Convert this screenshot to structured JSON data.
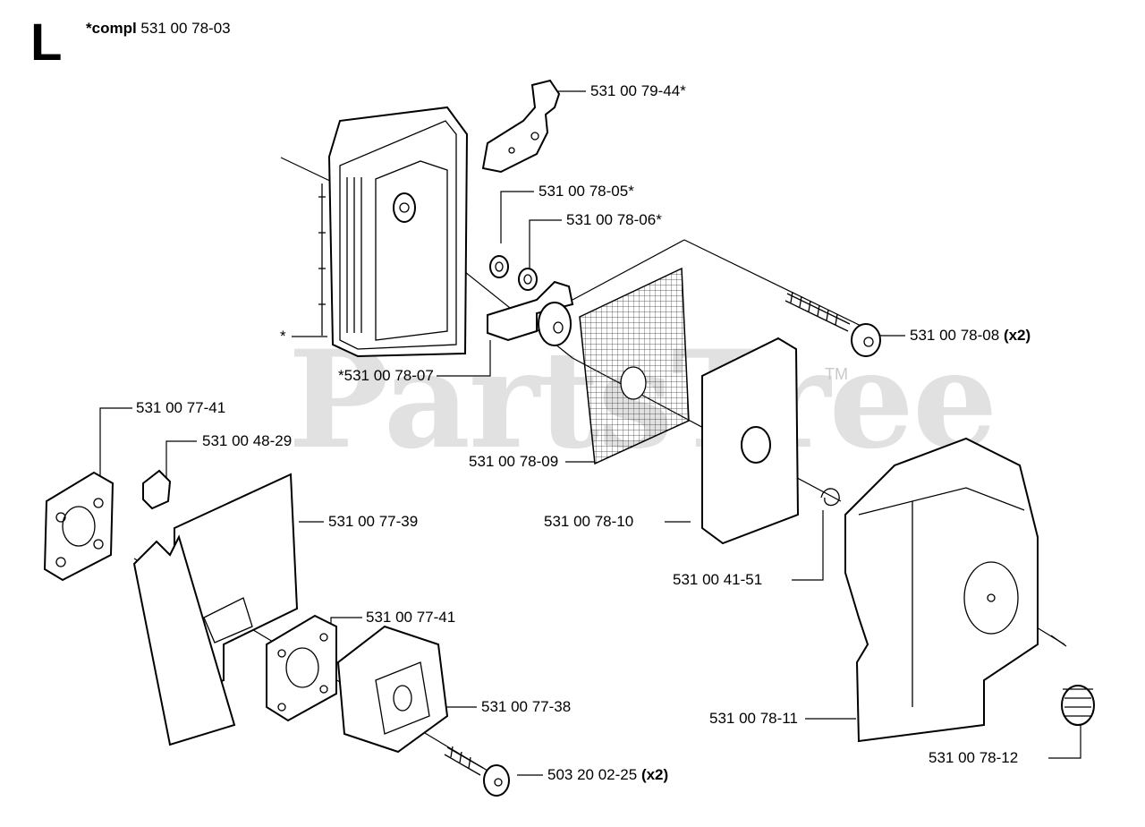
{
  "header": {
    "section_letter": "L",
    "compl_prefix": "*compl",
    "compl_number": "531 00 78-03"
  },
  "watermark": {
    "text": "PartsTree",
    "tm": "TM"
  },
  "callouts": [
    {
      "id": "c1",
      "part": "531 00 79-44*",
      "qty": ""
    },
    {
      "id": "c2",
      "part": "531 00 78-05*",
      "qty": ""
    },
    {
      "id": "c3",
      "part": "531 00 78-06*",
      "qty": ""
    },
    {
      "id": "c4",
      "part": "531 00 78-08",
      "qty": "(x2)"
    },
    {
      "id": "c5",
      "part": "*",
      "qty": ""
    },
    {
      "id": "c6",
      "part": "*531 00 78-07",
      "qty": ""
    },
    {
      "id": "c7",
      "part": "531 00 77-41",
      "qty": ""
    },
    {
      "id": "c8",
      "part": "531 00 48-29",
      "qty": ""
    },
    {
      "id": "c9",
      "part": "531 00 78-09",
      "qty": ""
    },
    {
      "id": "c10",
      "part": "531 00 77-39",
      "qty": ""
    },
    {
      "id": "c11",
      "part": "531 00 78-10",
      "qty": ""
    },
    {
      "id": "c12",
      "part": "531 00 41-51",
      "qty": ""
    },
    {
      "id": "c13",
      "part": "531 00 77-41",
      "qty": ""
    },
    {
      "id": "c14",
      "part": "531 00 77-38",
      "qty": ""
    },
    {
      "id": "c15",
      "part": "531 00 78-11",
      "qty": ""
    },
    {
      "id": "c16",
      "part": "531 00 78-12",
      "qty": ""
    },
    {
      "id": "c17",
      "part": "503 20 02-25",
      "qty": "(x2)"
    }
  ]
}
